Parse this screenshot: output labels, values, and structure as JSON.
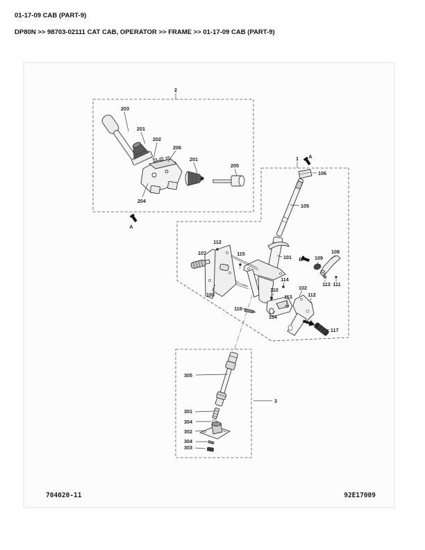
{
  "header": {
    "title": "01-17-09 CAB (PART-9)",
    "breadcrumb": "DP80N >> 98703-02111 CAT CAB, OPERATOR >> FRAME >> 01-17-09 CAB (PART-9)"
  },
  "footer": {
    "left_code": "704020-11",
    "right_code": "92E17009"
  },
  "colors": {
    "line": "#333333",
    "label": "#1d1d1d",
    "page_bg": "#ffffff",
    "panel_bg": "#fcfcfc",
    "panel_border": "#e2e2e2"
  },
  "diagram": {
    "description": "Exploded parts view: steering column frame assembly with three dashed sub-assembly boxes",
    "callouts": [
      {
        "name": "group-2",
        "label": "2"
      },
      {
        "name": "part-203",
        "label": "203"
      },
      {
        "name": "part-201-left",
        "label": "201"
      },
      {
        "name": "part-202",
        "label": "202"
      },
      {
        "name": "part-206",
        "label": "206"
      },
      {
        "name": "part-201-right",
        "label": "201"
      },
      {
        "name": "part-205",
        "label": "205"
      },
      {
        "name": "part-204",
        "label": "204"
      },
      {
        "name": "marker-a-group2",
        "label": "A"
      },
      {
        "name": "group-1",
        "label": "1"
      },
      {
        "name": "marker-a-group1",
        "label": "A"
      },
      {
        "name": "part-106",
        "label": "106"
      },
      {
        "name": "part-105",
        "label": "105"
      },
      {
        "name": "part-112-upper",
        "label": "112"
      },
      {
        "name": "part-107",
        "label": "107"
      },
      {
        "name": "part-115",
        "label": "115"
      },
      {
        "name": "part-101",
        "label": "101"
      },
      {
        "name": "marker-b-upper",
        "label": "B"
      },
      {
        "name": "part-109",
        "label": "109"
      },
      {
        "name": "part-108",
        "label": "108"
      },
      {
        "name": "part-113-right",
        "label": "113"
      },
      {
        "name": "part-111",
        "label": "111"
      },
      {
        "name": "part-114",
        "label": "114"
      },
      {
        "name": "part-110",
        "label": "110"
      },
      {
        "name": "part-103",
        "label": "103"
      },
      {
        "name": "part-116",
        "label": "116"
      },
      {
        "name": "part-104",
        "label": "104"
      },
      {
        "name": "part-102",
        "label": "102"
      },
      {
        "name": "part-112-lower",
        "label": "112"
      },
      {
        "name": "part-113-lower",
        "label": "113"
      },
      {
        "name": "marker-b-lower",
        "label": "B"
      },
      {
        "name": "part-117",
        "label": "117"
      },
      {
        "name": "group-3",
        "label": "3"
      },
      {
        "name": "part-305",
        "label": "305"
      },
      {
        "name": "part-301",
        "label": "301"
      },
      {
        "name": "part-304-upper",
        "label": "304"
      },
      {
        "name": "part-302",
        "label": "302"
      },
      {
        "name": "part-304-lower",
        "label": "304"
      },
      {
        "name": "part-303",
        "label": "303"
      }
    ]
  }
}
